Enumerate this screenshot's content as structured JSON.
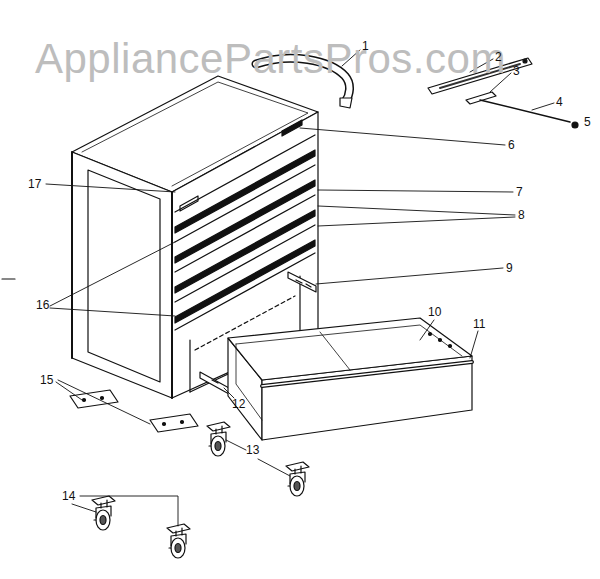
{
  "diagram": {
    "labels": [
      "AppliancePartsPros.com",
      "1",
      "2",
      "3",
      "4",
      "5",
      "6",
      "7",
      "8",
      "9",
      "10",
      "11",
      "12",
      "13",
      "14",
      "15",
      "16",
      "17"
    ]
  }
}
